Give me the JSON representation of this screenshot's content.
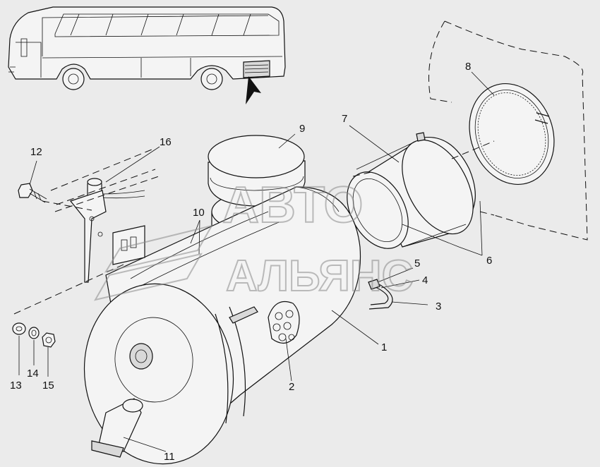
{
  "watermark": {
    "line1": "АВТО",
    "line2": "АЛЬЯНС"
  },
  "callouts": [
    "1",
    "2",
    "3",
    "4",
    "5",
    "6",
    "7",
    "8",
    "9",
    "10",
    "11",
    "12",
    "13",
    "14",
    "15",
    "16"
  ]
}
